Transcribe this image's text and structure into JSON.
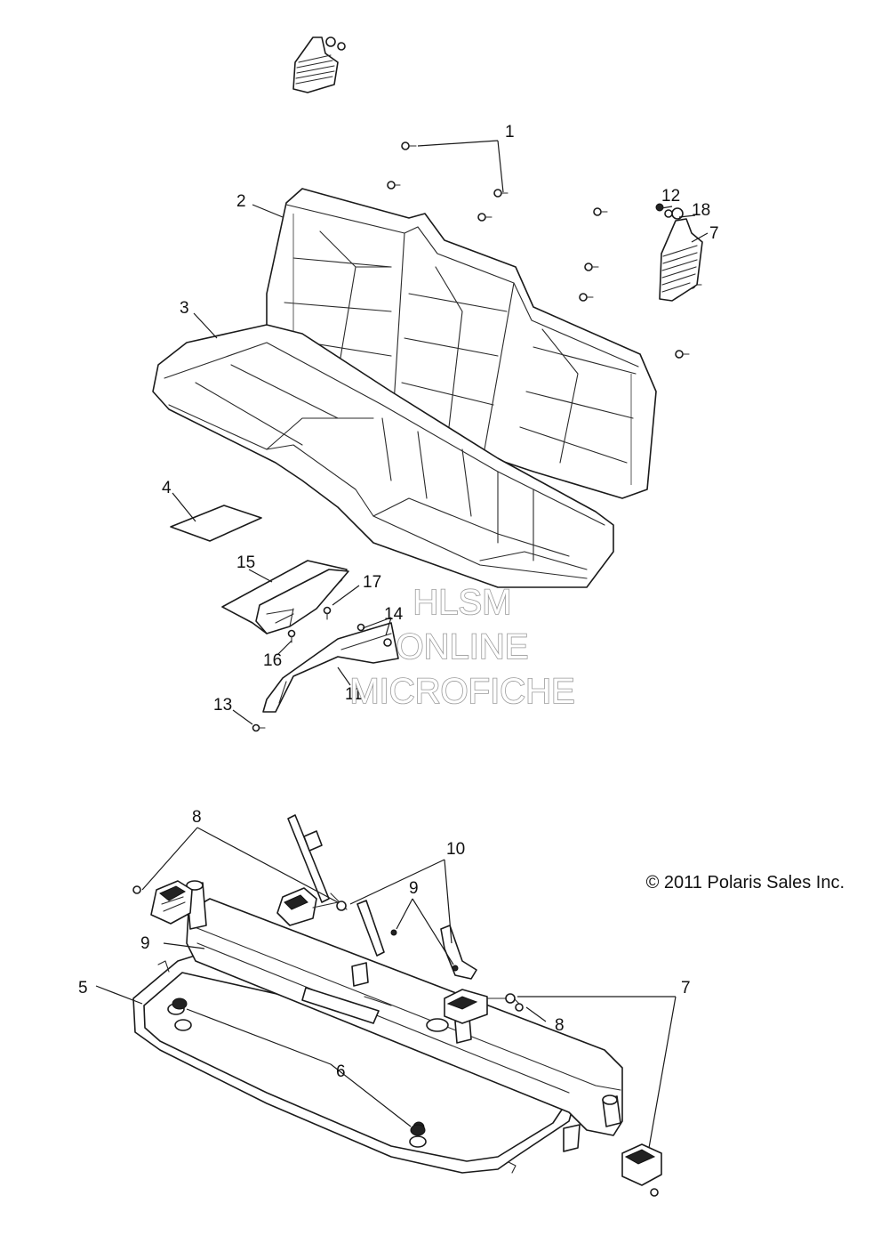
{
  "callouts": {
    "c1": "1",
    "c2": "2",
    "c3": "3",
    "c4": "4",
    "c5": "5",
    "c6": "6",
    "c7a": "7",
    "c7b": "7",
    "c8a": "8",
    "c8b": "8",
    "c9a": "9",
    "c9b": "9",
    "c10": "10",
    "c11": "11",
    "c12": "12",
    "c13": "13",
    "c14": "14",
    "c15": "15",
    "c16": "16",
    "c17": "17",
    "c18": "18"
  },
  "watermark": {
    "line1": "HLSM",
    "line2": "ONLINE",
    "line3": "MICROFICHE"
  },
  "copyright": "© 2011 Polaris Sales Inc."
}
